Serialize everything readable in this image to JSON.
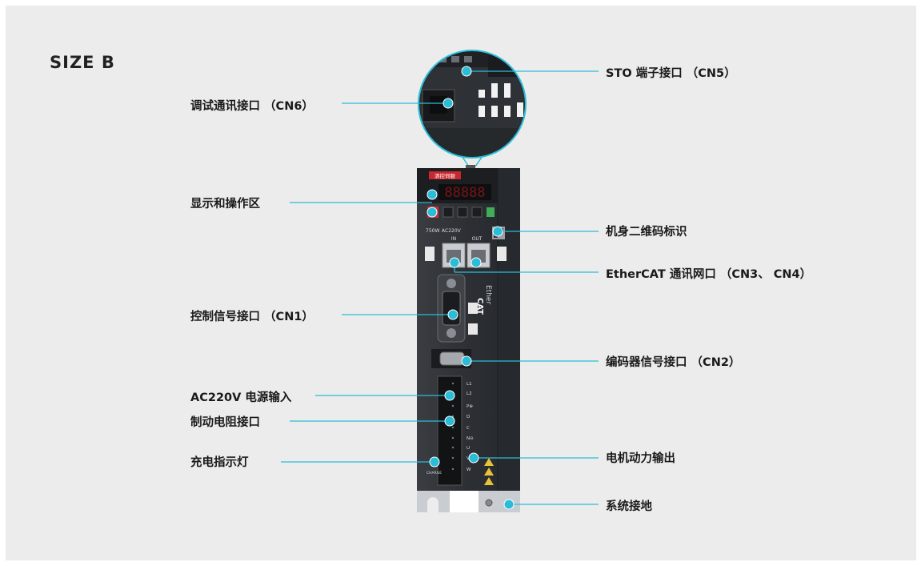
{
  "title": "SIZE  B",
  "accent_color": "#2bbdd8",
  "device": {
    "brand_badge": "清控伺服",
    "display_digits": "88888",
    "rating_power": "750W",
    "rating_voltage": "AC220V",
    "port_in": "IN",
    "port_out": "OUT",
    "ethercat_logo_top": "Ether",
    "ethercat_logo_bottom": "CAT",
    "terminals": [
      "L1",
      "L2",
      "P⊕",
      "D",
      "C",
      "N⊝",
      "U",
      "V",
      "W"
    ],
    "charge_label": "CHARGE"
  },
  "callouts_left": [
    {
      "id": "debug",
      "text": "调试通讯接口  （CN6）"
    },
    {
      "id": "display",
      "text": "显示和操作区"
    },
    {
      "id": "control",
      "text": "控制信号接口  （CN1）"
    },
    {
      "id": "ac-input",
      "text": "AC220V 电源输入"
    },
    {
      "id": "brake",
      "text": "制动电阻接口"
    },
    {
      "id": "charge",
      "text": "充电指示灯"
    }
  ],
  "callouts_right": [
    {
      "id": "sto",
      "text": "STO 端子接口  （CN5）"
    },
    {
      "id": "qr",
      "text": "机身二维码标识"
    },
    {
      "id": "ethercat",
      "text": "EtherCAT 通讯网口  （CN3、 CN4）"
    },
    {
      "id": "encoder",
      "text": "编码器信号接口  （CN2）"
    },
    {
      "id": "motor",
      "text": "电机动力输出"
    },
    {
      "id": "ground",
      "text": "系统接地"
    }
  ]
}
